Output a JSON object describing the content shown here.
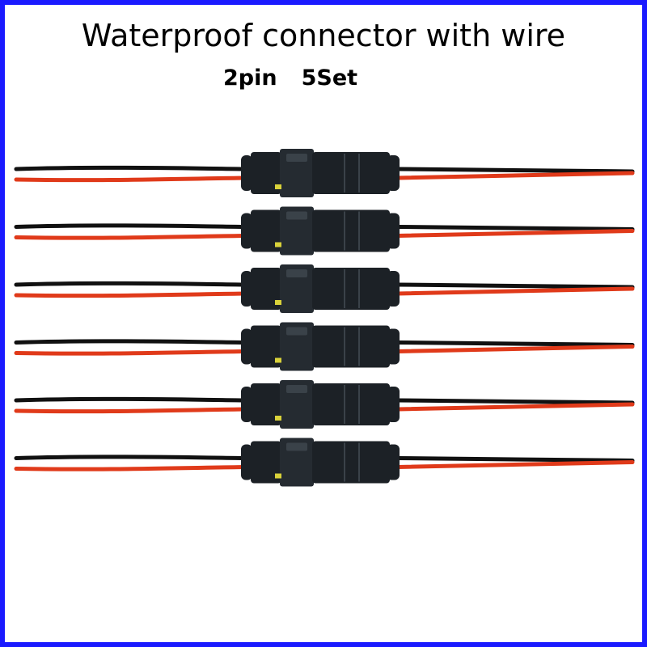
{
  "image": {
    "title": "Waterproof connector with wire",
    "pin_count": "2pin",
    "set_count": "5Set",
    "frame_color": "#1a1aff",
    "wire_colors": {
      "positive": "#e03a1a",
      "negative": "#111111"
    },
    "connector_color": "#1c2126",
    "connector_count": 6
  }
}
